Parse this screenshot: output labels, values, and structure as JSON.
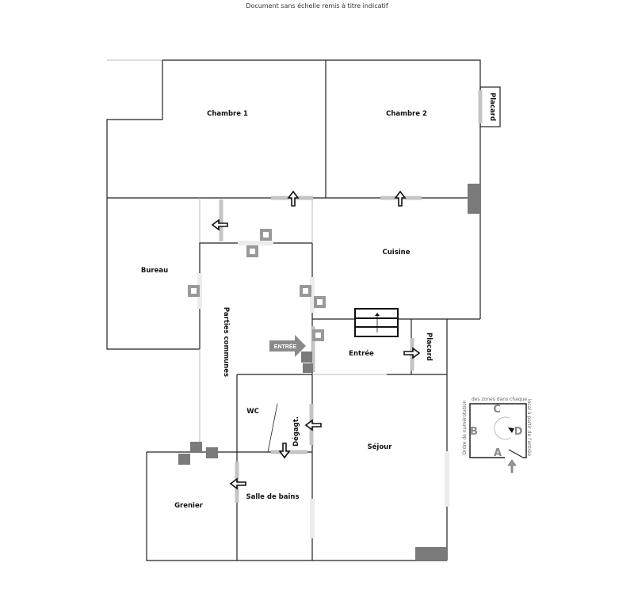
{
  "header": {
    "caption": "Document sans échelle remis à titre indicatif"
  },
  "rooms": {
    "chambre1": "Chambre 1",
    "chambre2": "Chambre 2",
    "placard1": "Placard",
    "cuisine": "Cuisine",
    "bureau": "Bureau",
    "parties_communes": "Parties communes",
    "entree_arrow": "ENTRÉE",
    "entree": "Entrée",
    "placard2": "Placard",
    "wc": "WC",
    "degagement": "Dégagt.",
    "sejour": "Séjour",
    "salle_de_bains": "Salle de bains",
    "grenier": "Grenier"
  },
  "legend": {
    "top": "des zones dans chaque",
    "left": "Ordre de numérotation",
    "right": "local à partir de l'entrée",
    "letters": [
      "A",
      "B",
      "C",
      "D"
    ]
  },
  "colors": {
    "wall": "#222222",
    "door": "#c4c4c4",
    "marker": "#999999",
    "dark": "#7a7a7a"
  }
}
